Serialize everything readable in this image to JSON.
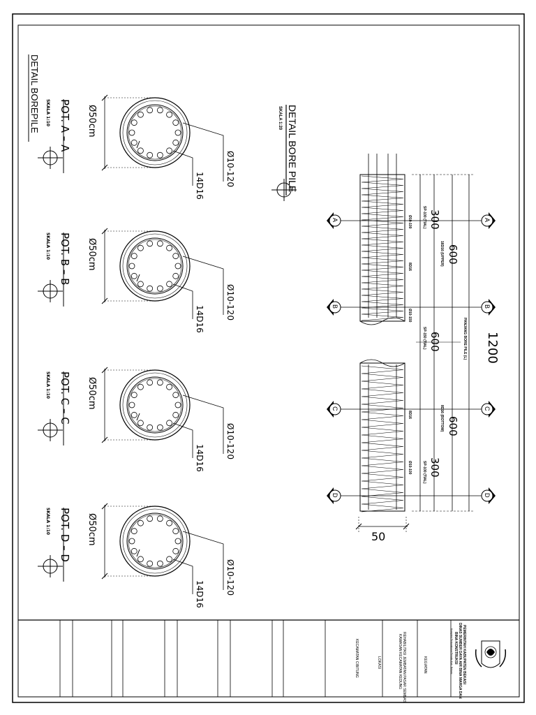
{
  "sheet": {
    "title": "DETAIL BOREPILE",
    "drawing_title": "DETAIL BORE PILE",
    "drawing_scale": "SKALA 1:20"
  },
  "sections": [
    {
      "title": "POT. A – A",
      "scale": "SKALA 1:10",
      "diameter": "Ø50cm",
      "stirrup": "Ø10-120",
      "main_bars": "14D16"
    },
    {
      "title": "POT. B – B",
      "scale": "SKALA 1:10",
      "diameter": "Ø50cm",
      "stirrup": "Ø10-120",
      "main_bars": "14D16"
    },
    {
      "title": "POT. C – C",
      "scale": "SKALA 1:10",
      "diameter": "Ø50cm",
      "stirrup": "Ø10-120",
      "main_bars": "14D16"
    },
    {
      "title": "POT. D – D",
      "scale": "SKALA 1:10",
      "diameter": "Ø50cm",
      "stirrup": "Ø10-120",
      "main_bars": "14D16"
    }
  ],
  "elevation": {
    "total_length": "1200",
    "total_length_note": "PANJANG BORE PILE (L)",
    "upper_length": "600",
    "upper_note": "16D16 (UPPER)",
    "lower_length": "600",
    "lower_note": "8D16 (BOTTOM)",
    "seg_top": "300",
    "seg_top_note": "SP-100 (TIAL)",
    "seg_mid": "600",
    "seg_mid_note": "SP-150 (TIAL)",
    "seg_bot": "300",
    "seg_bot_note": "SP-100 (TIAL)",
    "width_dim": "50",
    "rebar_label_1": "Ø10-100",
    "rebar_label_2": "8D16",
    "rebar_label_3": "Ø10-150",
    "rebar_label_4": "8D16",
    "rebar_label_5": "Ø10-100",
    "cut_markers": [
      "A",
      "B",
      "C",
      "D"
    ]
  },
  "title_block": {
    "agency_line1": "PEMERINTAH KABUPATEN BEKASI",
    "agency_line2": "DINAS SUMBER DAYA AIR BINA MARGA DAN",
    "agency_line3": "BINA KONSTRUKSI",
    "address_line": "Komplek Perkantoran Pemda Kab. Bekasi",
    "kegiatan_label": "KEGIATAN",
    "kegiatan_value": "REHABILITASI JEMBATAN PASAR SEMBAS",
    "kegiatan_value2": "KAWASAN KECAMATAN KEDUNG",
    "lokasi_label": "LOKASI",
    "lokasi_value": "KECAMATAN CIBITUNG"
  }
}
